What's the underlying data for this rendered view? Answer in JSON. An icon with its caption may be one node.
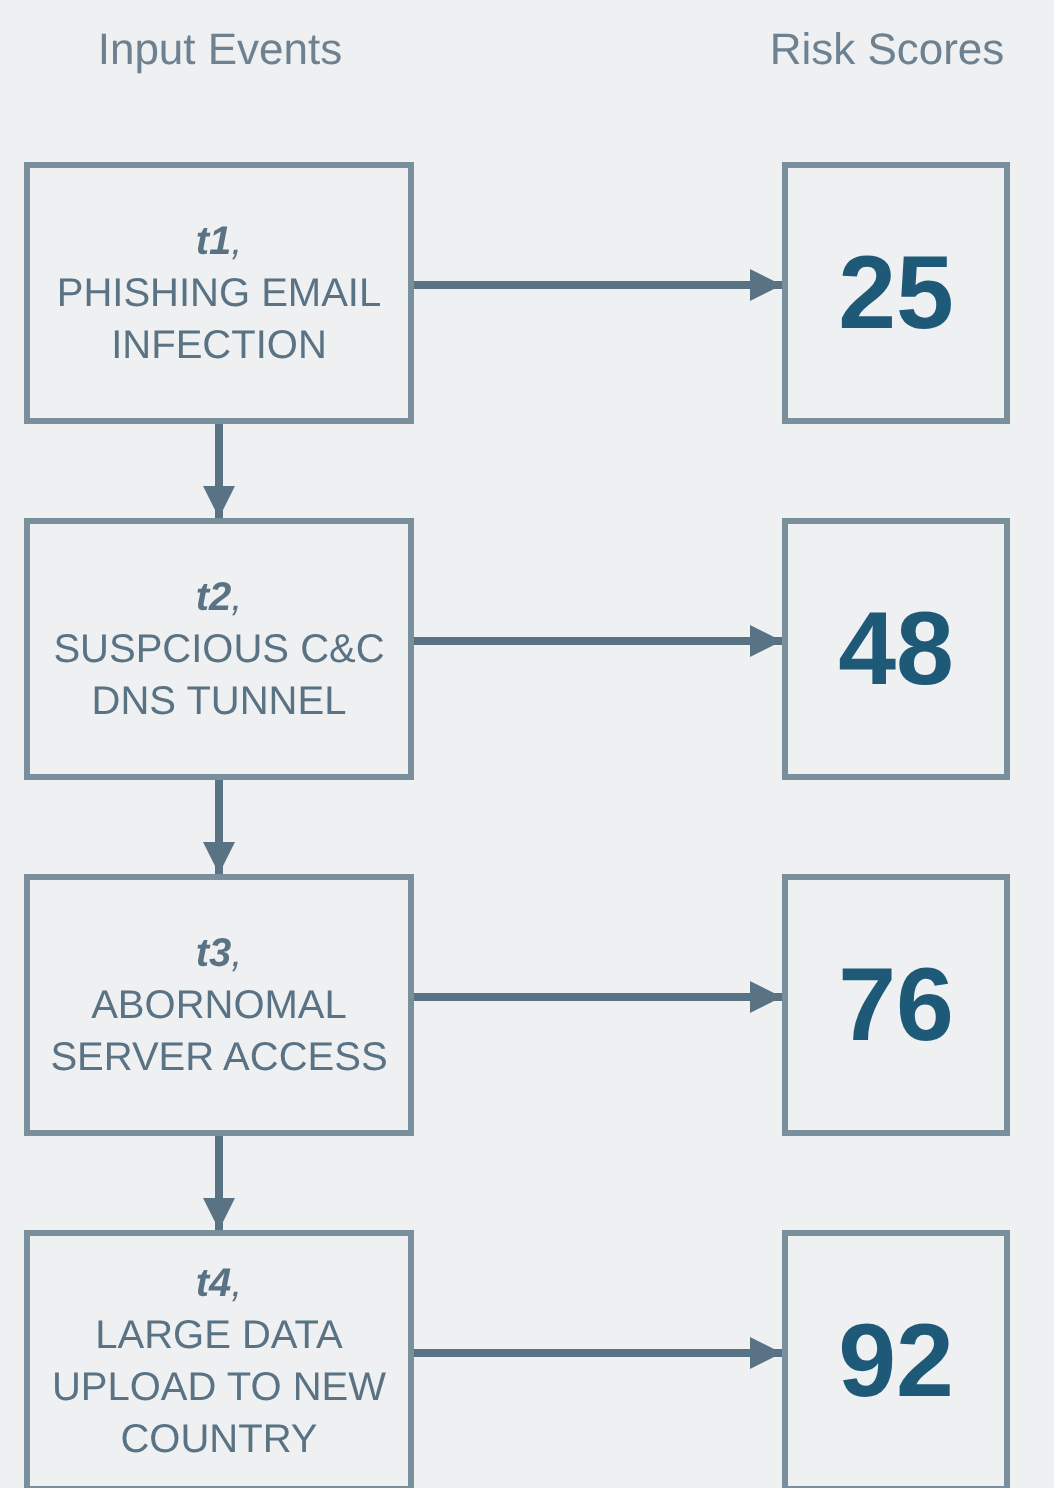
{
  "diagram": {
    "nodes": [
      {
        "text": [
          "**t1**,",
          "PHISHING EMAIL INFECTION"
        ]
      },
      {
        "text": [
          "**t2**,",
          "SUSPCIOUS C&C DNS TUNNEL"
        ]
      },
      {
        "text": [
          "**t3**,",
          "ABORNOMAL SERVER ACCESS"
        ]
      },
      {
        "text": [
          "**t4**,",
          "LARGE DATA UPLOAD TO NEW COUNTRY"
        ]
      },
      {
        "text": [
          "25"
        ]
      },
      {
        "text": [
          "48"
        ]
      },
      {
        "text": [
          "76"
        ]
      },
      {
        "text": [
          "92"
        ]
      }
    ],
    "edges": [
      {
        "from": 0,
        "to": 1,
        "arrow": "to"
      },
      {
        "from": 1,
        "to": 2,
        "arrow": "to"
      },
      {
        "from": 2,
        "to": 3,
        "arrow": "to"
      },
      {
        "from": 0,
        "to": 4,
        "arrow": "to"
      },
      {
        "from": 1,
        "to": 5,
        "arrow": "to"
      },
      {
        "from": 2,
        "to": 6,
        "arrow": "to"
      },
      {
        "from": 3,
        "to": 7,
        "arrow": "to"
      }
    ],
    "labels": [
      "Input Events",
      "Risk Scores"
    ]
  }
}
